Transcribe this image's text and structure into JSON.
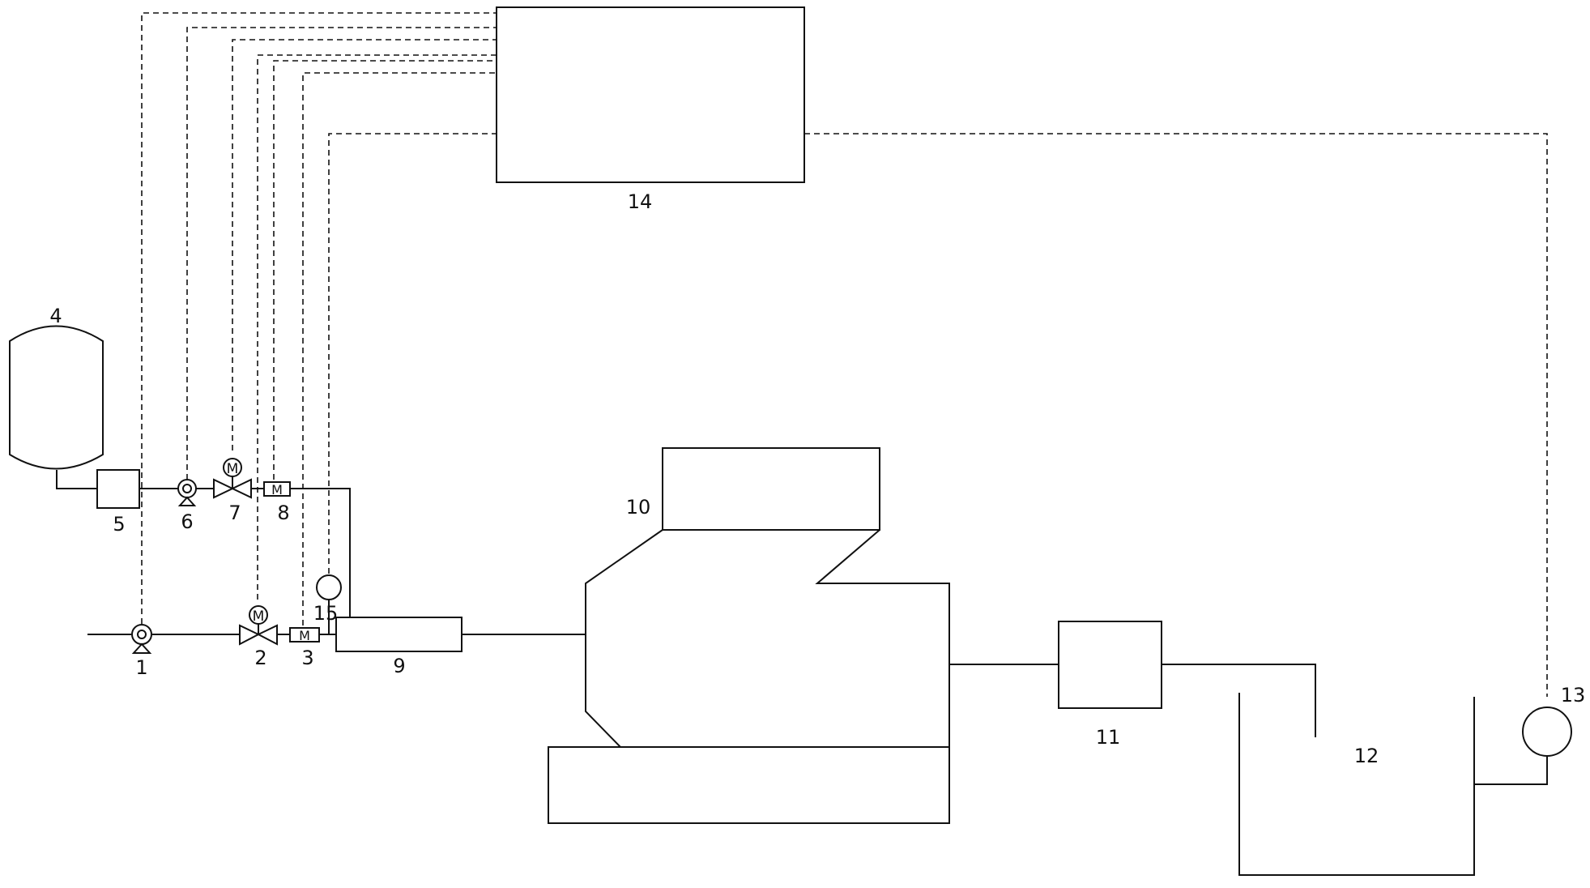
{
  "labels": {
    "pump_1": "1",
    "valve_2": "2",
    "meter_3": "3",
    "tank_4": "4",
    "filter_5": "5",
    "pump_6": "6",
    "valve_7": "7",
    "meter_8": "8",
    "mixer_9": "9",
    "boiler_10": "10",
    "unit_11": "11",
    "basin_12": "12",
    "sensor_13": "13",
    "controller_14": "14",
    "sensor_15": "15"
  },
  "symbols": {
    "valve_actuator": "M",
    "flow_meter": "M"
  }
}
